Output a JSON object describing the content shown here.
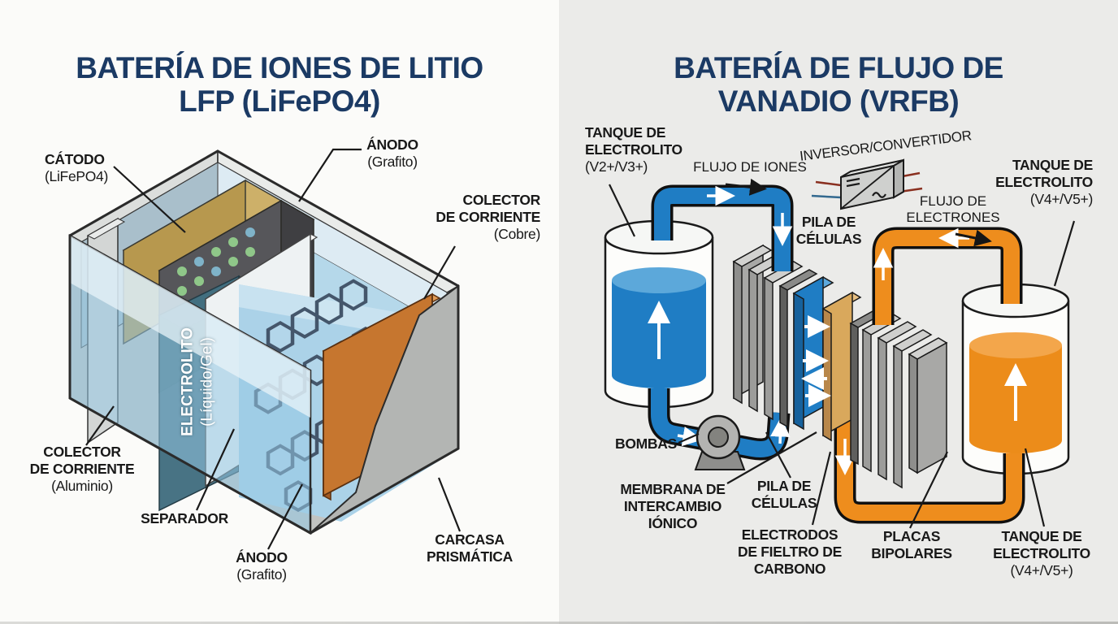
{
  "left_panel": {
    "title_line1": "BATERÍA DE IONES DE LITIO",
    "title_line2": "LFP (LiFePO4)",
    "labels": {
      "catodo": {
        "line1": "CÁTODO",
        "line2": "(LiFePO4)"
      },
      "anodo_top": {
        "line1": "ÁNODO",
        "line2": "(Grafito)"
      },
      "colector_cobre": {
        "line1": "COLECTOR",
        "line2": "DE CORRIENTE",
        "line3": "(Cobre)"
      },
      "electrolito": {
        "line1": "ELECTROLITO",
        "line2": "(Líquido/Gel)"
      },
      "colector_aluminio": {
        "line1": "COLECTOR",
        "line2": "DE CORRIENTE",
        "line3": "(Aluminio)"
      },
      "separador": {
        "line1": "SEPARADOR"
      },
      "anodo_bottom": {
        "line1": "ÁNODO",
        "line2": "(Grafito)"
      },
      "carcasa": {
        "line1": "CARCASA",
        "line2": "PRISMÁTICA"
      }
    }
  },
  "right_panel": {
    "title_line1": "BATERÍA DE FLUJO DE",
    "title_line2": "VANADIO (VRFB)",
    "labels": {
      "tanque_izq": {
        "line1": "TANQUE DE",
        "line2": "ELECTROLITO",
        "line3": "(V2+/V3+)"
      },
      "flujo_iones": {
        "line1": "FLUJO DE IONES"
      },
      "inversor": {
        "line1": "INVERSOR/CONVERTIDOR"
      },
      "pila_top": {
        "line1": "PILA DE",
        "line2": "CÉLULAS"
      },
      "flujo_electrones": {
        "line1": "FLUJO DE",
        "line2": "ELECTRONES"
      },
      "tanque_der_top": {
        "line1": "TANQUE DE",
        "line2": "ELECTROLITO",
        "line3": "(V4+/V5+)"
      },
      "bombas": {
        "line1": "BOMBAS"
      },
      "membrana": {
        "line1": "MEMBRANA DE",
        "line2": "INTERCAMBIO",
        "line3": "IÓNICO"
      },
      "pila_bottom": {
        "line1": "PILA DE",
        "line2": "CÉLULAS"
      },
      "electrodos": {
        "line1": "ELECTRODOS",
        "line2": "DE FIELTRO DE",
        "line3": "CARBONO"
      },
      "placas": {
        "line1": "PLACAS",
        "line2": "BIPOLARES"
      },
      "tanque_der_bottom": {
        "line1": "TANQUE DE",
        "line2": "ELECTROLITO",
        "line3": "(V4+/V5+)"
      }
    }
  },
  "colors": {
    "title_navy": "#1b3a64",
    "label_black": "#191919",
    "electrolyte_blue": "#1f7dc4",
    "electrolyte_orange": "#ee8d1d",
    "copper": "#c6762f",
    "cathode_tan": "#b7984e",
    "membrane_tan": "#d9a85c",
    "case_gray": "#c2c4c2"
  }
}
